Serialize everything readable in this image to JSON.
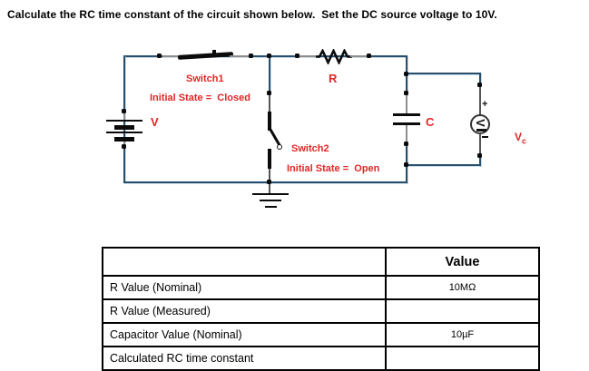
{
  "title": "Calculate the RC time constant of the circuit shown below.  Set the DC source voltage to 10V.",
  "circuit": {
    "source_label": "V",
    "resistor_label": "R",
    "capacitor_label": "C",
    "voltmeter_label": "V",
    "voltmeter_sub": "c",
    "voltmeter_plus": "+",
    "switch1": {
      "name": "Switch1",
      "state": "Initial State =  Closed"
    },
    "switch2": {
      "name": "Switch2",
      "state": "Initial State =  Open"
    }
  },
  "colors": {
    "wire_blue": "#26506e",
    "lead_gray": "#8e8e8e",
    "label_red": "#e12626"
  },
  "table": {
    "value_header": "Value",
    "rows": [
      {
        "label": "R Value (Nominal)",
        "value": "10MΩ"
      },
      {
        "label": "R Value (Measured)",
        "value": ""
      },
      {
        "label": "Capacitor Value (Nominal)",
        "value": "10µF"
      },
      {
        "label": "Calculated RC time constant",
        "value": ""
      }
    ]
  }
}
